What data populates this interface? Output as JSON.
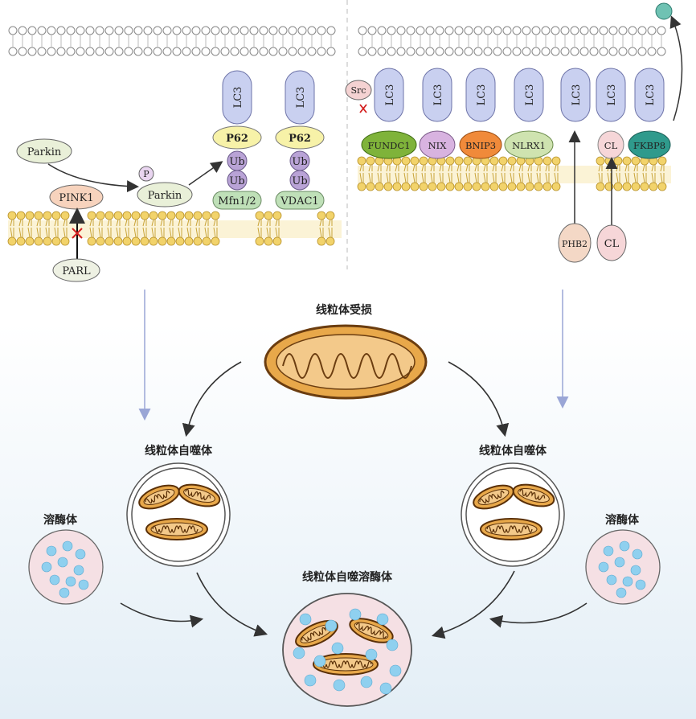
{
  "left_panel": {
    "parkin_free": "Parkin",
    "phospho": "P",
    "parkin_bound": "Parkin",
    "pink1": "PINK1",
    "parl": "PARL",
    "lc3_a": "LC3",
    "lc3_b": "LC3",
    "p62_a": "P62",
    "p62_b": "P62",
    "ub_1": "Ub",
    "ub_2": "Ub",
    "ub_3": "Ub",
    "ub_4": "Ub",
    "mfn": "Mfn1/2",
    "vdac": "VDAC1"
  },
  "right_panel": {
    "src": "Src",
    "lc3": [
      "LC3",
      "LC3",
      "LC3",
      "LC3",
      "LC3",
      "LC3",
      "LC3"
    ],
    "receptors": [
      "FUNDC1",
      "NIX",
      "BNIP3",
      "NLRX1",
      "CL",
      "FKBP8"
    ],
    "phb2": "PHB2",
    "cl_inner": "CL"
  },
  "bottom": {
    "damaged": "线粒体受损",
    "mitophagosome_left": "线粒体自噬体",
    "mitophagosome_right": "线粒体自噬体",
    "lysosome_left": "溶酶体",
    "lysosome_right": "溶酶体",
    "mitolysosome": "线粒体自噬溶酶体"
  },
  "colors": {
    "membrane_head": "#f2d36b",
    "lc3": "#c9d0f0",
    "p62": "#f7f2a8",
    "ub": "#b9a3d6",
    "mito_fill": "#e8a84a",
    "lysosome_dot": "#8fd0ef"
  }
}
